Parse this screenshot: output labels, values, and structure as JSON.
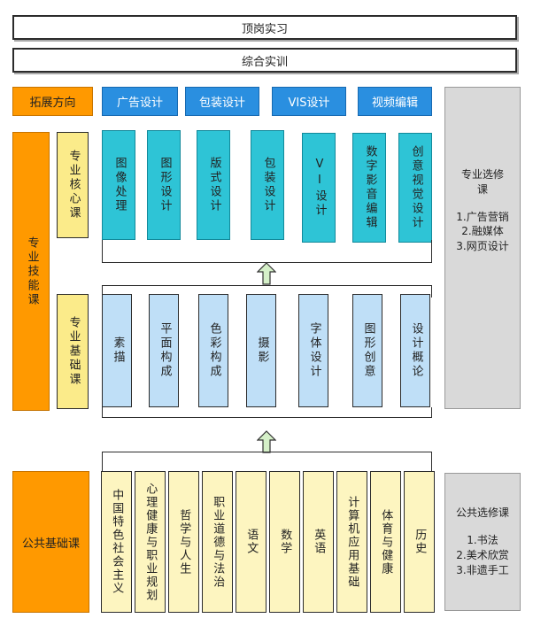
{
  "top": {
    "internship": "顶岗实习",
    "training": "综合实训"
  },
  "direction": {
    "label": "拓展方向",
    "items": [
      "广告设计",
      "包装设计",
      "VIS设计",
      "视频编辑"
    ]
  },
  "skills": {
    "label": "专业技能课"
  },
  "core": {
    "label": "专业核心课",
    "courses": [
      "图像处理",
      "图形设计",
      "版式设计",
      "包装设计",
      "VI设计",
      "数字影音编辑",
      "创意视觉设计"
    ]
  },
  "basic": {
    "label": "专业基础课",
    "courses": [
      "素描",
      "平面构成",
      "色彩构成",
      "摄影",
      "字体设计",
      "图形创意",
      "设计概论"
    ]
  },
  "major_elective": {
    "title": "专业选修课",
    "items": [
      "1.广告营销",
      "2.融媒体",
      "3.网页设计"
    ]
  },
  "public": {
    "label": "公共基础课",
    "courses": [
      "中国特色社会主义",
      "心理健康与职业规划",
      "哲学与人生",
      "职业道德与法治",
      "语文",
      "数学",
      "英语",
      "计算机应用基础",
      "体育与健康",
      "历史"
    ]
  },
  "public_elective": {
    "title": "公共选修课",
    "items": [
      "1.书法",
      "2.美术欣赏",
      "3.非遗手工"
    ]
  },
  "colors": {
    "orange": "#ff9900",
    "blue": "#2a8fe0",
    "cyan": "#2ec4d6",
    "light_blue": "#bfdff7",
    "yellow": "#fbeb8a",
    "cream": "#fdf5c0",
    "gray": "#d9d9d9"
  }
}
